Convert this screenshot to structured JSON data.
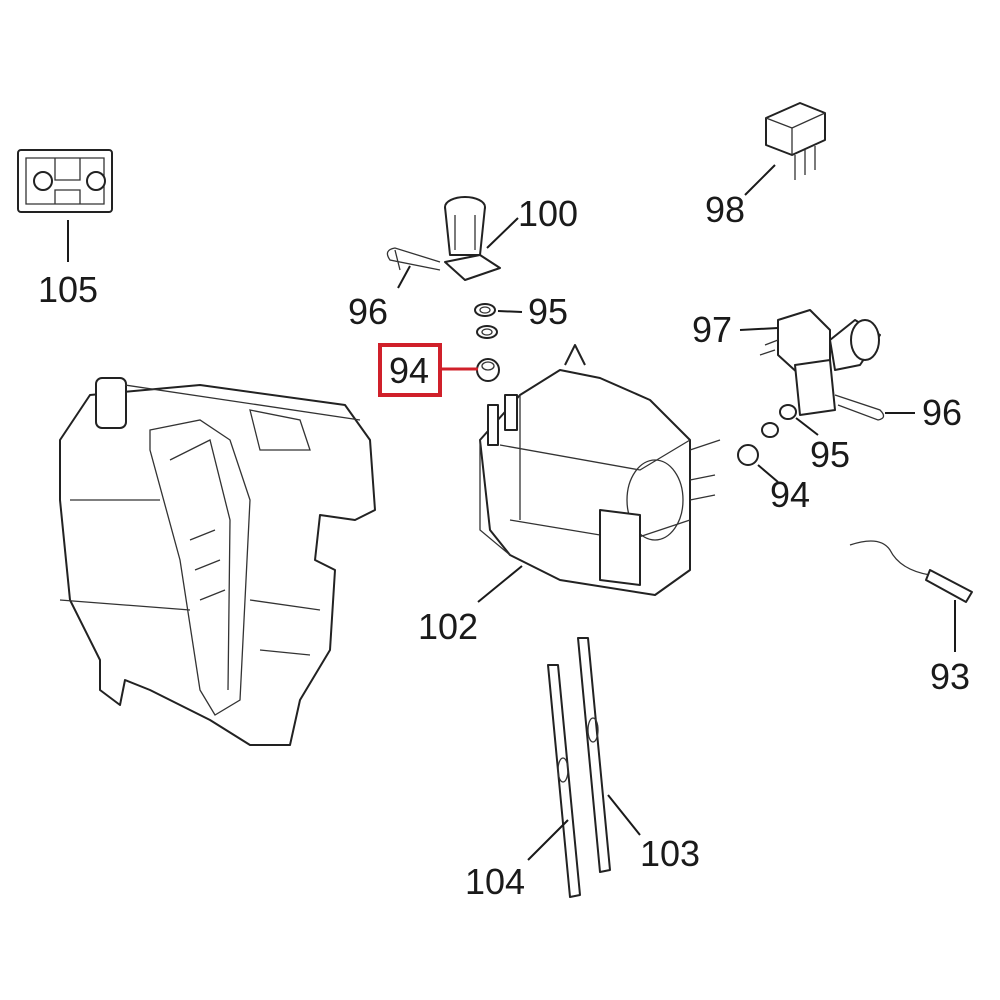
{
  "diagram": {
    "title": "",
    "highlight_color": "#d0202a",
    "callouts": [
      {
        "id": "c105",
        "label": "105"
      },
      {
        "id": "c100",
        "label": "100"
      },
      {
        "id": "c96a",
        "label": "96"
      },
      {
        "id": "c95a",
        "label": "95"
      },
      {
        "id": "c94a",
        "label": "94",
        "highlighted": true
      },
      {
        "id": "c98",
        "label": "98"
      },
      {
        "id": "c97",
        "label": "97"
      },
      {
        "id": "c96b",
        "label": "96"
      },
      {
        "id": "c95b",
        "label": "95"
      },
      {
        "id": "c94b",
        "label": "94"
      },
      {
        "id": "c102",
        "label": "102"
      },
      {
        "id": "c93",
        "label": "93"
      },
      {
        "id": "c104",
        "label": "104"
      },
      {
        "id": "c103",
        "label": "103"
      }
    ]
  }
}
